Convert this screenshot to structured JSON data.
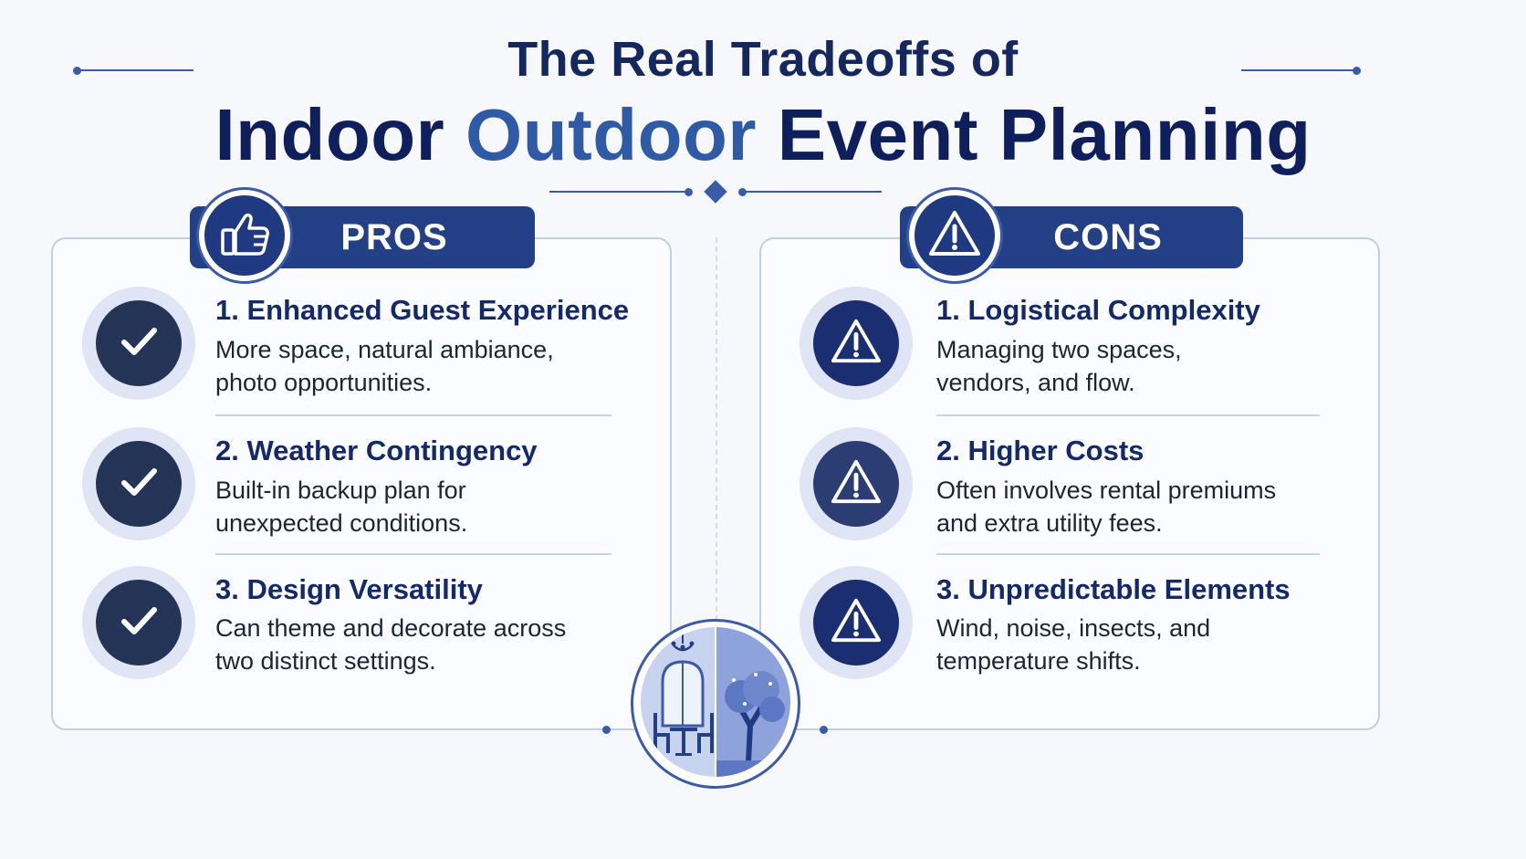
{
  "header": {
    "title_prefix": "The Real Tradeoffs of",
    "title_word1": "Indoor",
    "title_word2": "Outdoor",
    "title_word3": "Event Planning"
  },
  "pros": {
    "label": "PROS",
    "icon": "thumbs-up-icon",
    "items": [
      {
        "title": "1. Enhanced Guest Experience",
        "desc_line1": "More space, natural ambiance,",
        "desc_line2": "photo opportunities.",
        "icon": "checkmark-icon"
      },
      {
        "title": "2. Weather Contingency",
        "desc_line1": "Built-in backup plan for",
        "desc_line2": "unexpected conditions.",
        "icon": "checkmark-icon"
      },
      {
        "title": "3. Design Versatility",
        "desc_line1": "Can theme and decorate across",
        "desc_line2": "two distinct settings.",
        "icon": "checkmark-icon"
      }
    ]
  },
  "cons": {
    "label": "CONS",
    "icon": "warning-triangle-icon",
    "items": [
      {
        "title": "1. Logistical Complexity",
        "desc_line1": "Managing two spaces,",
        "desc_line2": "vendors, and flow.",
        "icon": "warning-triangle-icon"
      },
      {
        "title": "2. Higher Costs",
        "desc_line1": "Often involves rental premiums",
        "desc_line2": "and extra utility fees.",
        "icon": "warning-triangle-icon"
      },
      {
        "title": "3. Unpredictable Elements",
        "desc_line1": "Wind, noise, insects, and",
        "desc_line2": "temperature shifts.",
        "icon": "warning-triangle-icon"
      }
    ]
  },
  "center_illustration": "indoor-outdoor-split-icon",
  "colors": {
    "navy": "#0f1f5c",
    "accent_blue": "#2f5aa5",
    "banner": "#233f86",
    "panel_border": "#c3cde6",
    "background": "#f7f8fc"
  }
}
